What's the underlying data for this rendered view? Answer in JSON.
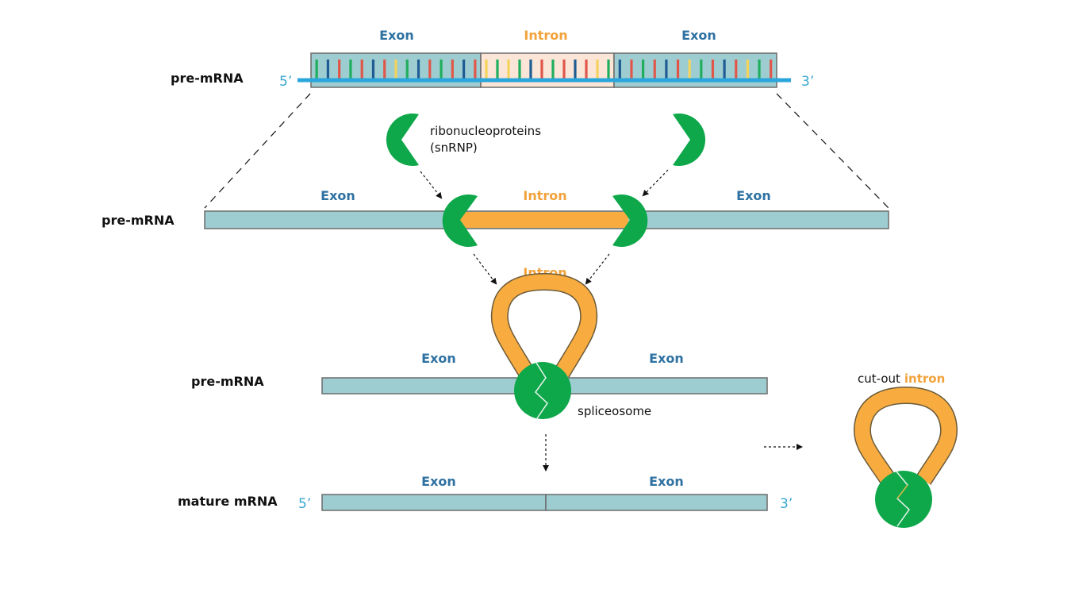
{
  "title": "RNA splicing diagram",
  "colors": {
    "exon_fill": "#9ecdd1",
    "intron_fill": "#fbe5d7",
    "strand_outline": "#6b6b6b",
    "backbone": "#2aa6dc",
    "exon_label": "#2f72a2",
    "intron_label": "#f2a23a",
    "intron_band": "#f8ac3f",
    "protein_green": "#0ea84b",
    "end_label": "#37a7d0",
    "base_colors": {
      "G": "#1fae5d",
      "B": "#1e5c93",
      "R": "#e0574a",
      "Y": "#f4d35c"
    }
  },
  "section1": {
    "row_label": "pre-mRNA",
    "five_prime": "5’",
    "three_prime": "3’",
    "segments": [
      {
        "type": "exon",
        "label": "Exon",
        "bases": [
          "G",
          "B",
          "R",
          "G",
          "R",
          "B",
          "R",
          "Y",
          "G",
          "B",
          "R",
          "G",
          "R",
          "B",
          "R"
        ]
      },
      {
        "type": "intron",
        "label": "Intron",
        "bases": [
          "Y",
          "G",
          "Y",
          "G",
          "B",
          "R",
          "G",
          "R",
          "B",
          "R",
          "Y",
          "G"
        ]
      },
      {
        "type": "exon",
        "label": "Exon",
        "bases": [
          "B",
          "R",
          "G",
          "R",
          "B",
          "R",
          "Y",
          "G",
          "R",
          "B",
          "R",
          "Y",
          "G",
          "R"
        ]
      }
    ]
  },
  "section2": {
    "row_label": "pre-mRNA",
    "exon_left": "Exon",
    "intron": "Intron",
    "exon_right": "Exon",
    "snrnp_label_line1": "ribonucleoproteins",
    "snrnp_label_line2": "(snRNP)"
  },
  "section3": {
    "row_label": "pre-mRNA",
    "intron": "Intron",
    "exon_left": "Exon",
    "exon_right": "Exon",
    "spliceosome_label": "spliceosome"
  },
  "section4": {
    "row_label": "mature mRNA",
    "five_prime": "5’",
    "three_prime": "3’",
    "exon_left": "Exon",
    "exon_right": "Exon"
  },
  "cutout": {
    "label_prefix": "cut-out",
    "label_highlight": "intron"
  }
}
